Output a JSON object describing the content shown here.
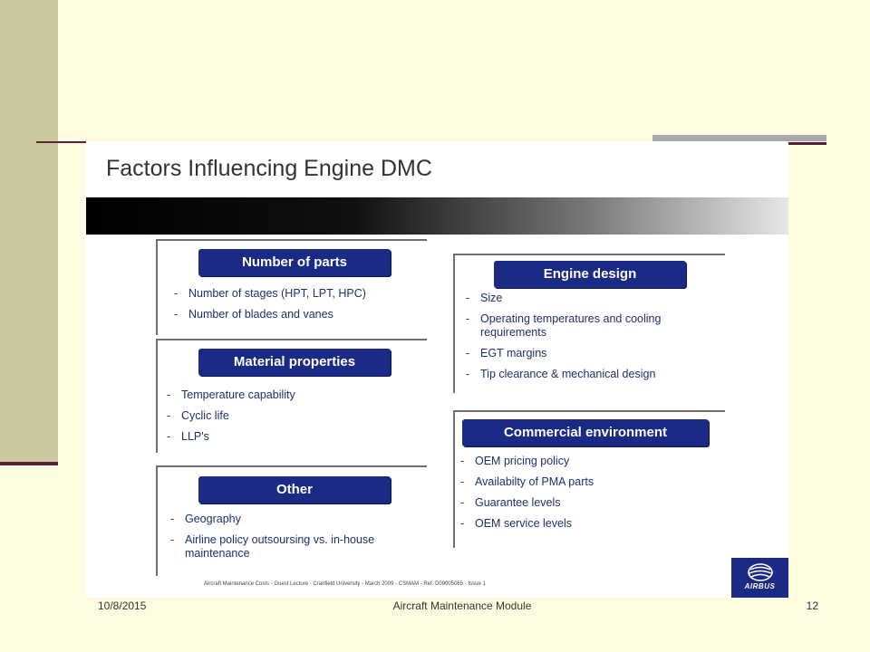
{
  "slide": {
    "title": "Factors Influencing Engine DMC",
    "sections": {
      "number_of_parts": {
        "title": "Number of parts",
        "items": [
          "Number of stages (HPT, LPT, HPC)",
          "Number of blades and vanes"
        ]
      },
      "material_properties": {
        "title": "Material properties",
        "items": [
          "Temperature capability",
          "Cyclic life",
          "LLP's"
        ]
      },
      "other": {
        "title": "Other",
        "items": [
          "Geography",
          "Airline policy outsoursing vs. in-house maintenance"
        ]
      },
      "engine_design": {
        "title": "Engine design",
        "items": [
          "Size",
          "Operating temperatures and cooling requirements",
          "EGT margins",
          "Tip clearance & mechanical design"
        ]
      },
      "commercial_environment": {
        "title": "Commercial environment",
        "items": [
          "OEM pricing policy",
          "Availabilty of PMA parts",
          "Guarantee levels",
          "OEM service levels"
        ]
      }
    },
    "footer_note": "Aircraft Maintenance Costs - Guest Lecture - Cranfield University - March 2009 - CSMAM - Ref. D09005065 - Issue 1",
    "logo_text": "AIRBUS"
  },
  "footer": {
    "date": "10/8/2015",
    "center": "Aircraft Maintenance Module",
    "page": "12"
  }
}
